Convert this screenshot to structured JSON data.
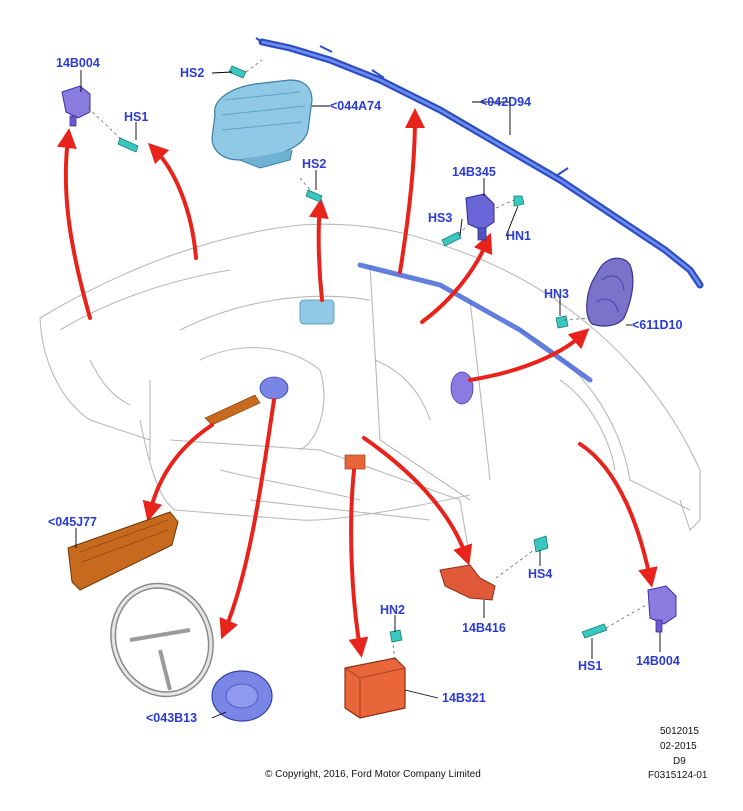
{
  "callouts": {
    "c14B004_top": "14B004",
    "hs1_top": "HS1",
    "hs2_top": "HS2",
    "c044A74": "<044A74",
    "hs2_mid": "HS2",
    "c042D94": "<042D94",
    "c14B345": "14B345",
    "hs3": "HS3",
    "hn1": "HN1",
    "hn3": "HN3",
    "c611D10": "<611D10",
    "c045J77": "<045J77",
    "hs4": "HS4",
    "c14B416": "14B416",
    "hn2": "HN2",
    "c14B321": "14B321",
    "hs1_bottom": "HS1",
    "c14B004_bottom": "14B004",
    "c043B13": "<043B13"
  },
  "footer": {
    "copyright": "© Copyright, 2016, Ford Motor Company Limited",
    "code1": "5012015",
    "code2": "02-2015",
    "code3": "D9",
    "code4": "F0315124-01"
  },
  "colors": {
    "label": "#2a3bd6",
    "arrow": "#e8231c",
    "curtain": "#3b5fd6",
    "sensor": "#8a7be0",
    "module": "#e8663a",
    "knee": "#c86a1e",
    "airbag": "#8fc9e6",
    "fastener": "#39c7c0"
  }
}
